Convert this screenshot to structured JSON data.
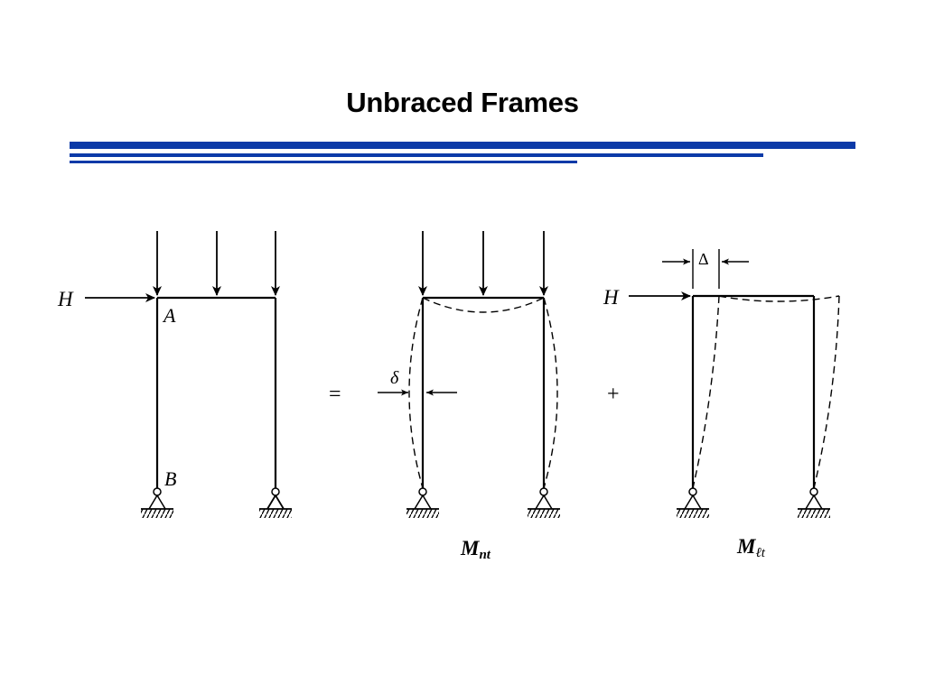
{
  "slide": {
    "title": "Unbraced Frames",
    "accent_color": "#0b3aa8"
  },
  "diagram": {
    "frame1": {
      "load_label": "H",
      "joint_top_label": "A",
      "joint_bottom_label": "B"
    },
    "operator_equals": "=",
    "frame2": {
      "deflection_label": "δ",
      "moment_main": "M",
      "moment_sub": "nt"
    },
    "operator_plus": "+",
    "frame3": {
      "load_label": "H",
      "drift_label": "Δ",
      "moment_main": "M",
      "moment_sub": "ℓt"
    }
  }
}
